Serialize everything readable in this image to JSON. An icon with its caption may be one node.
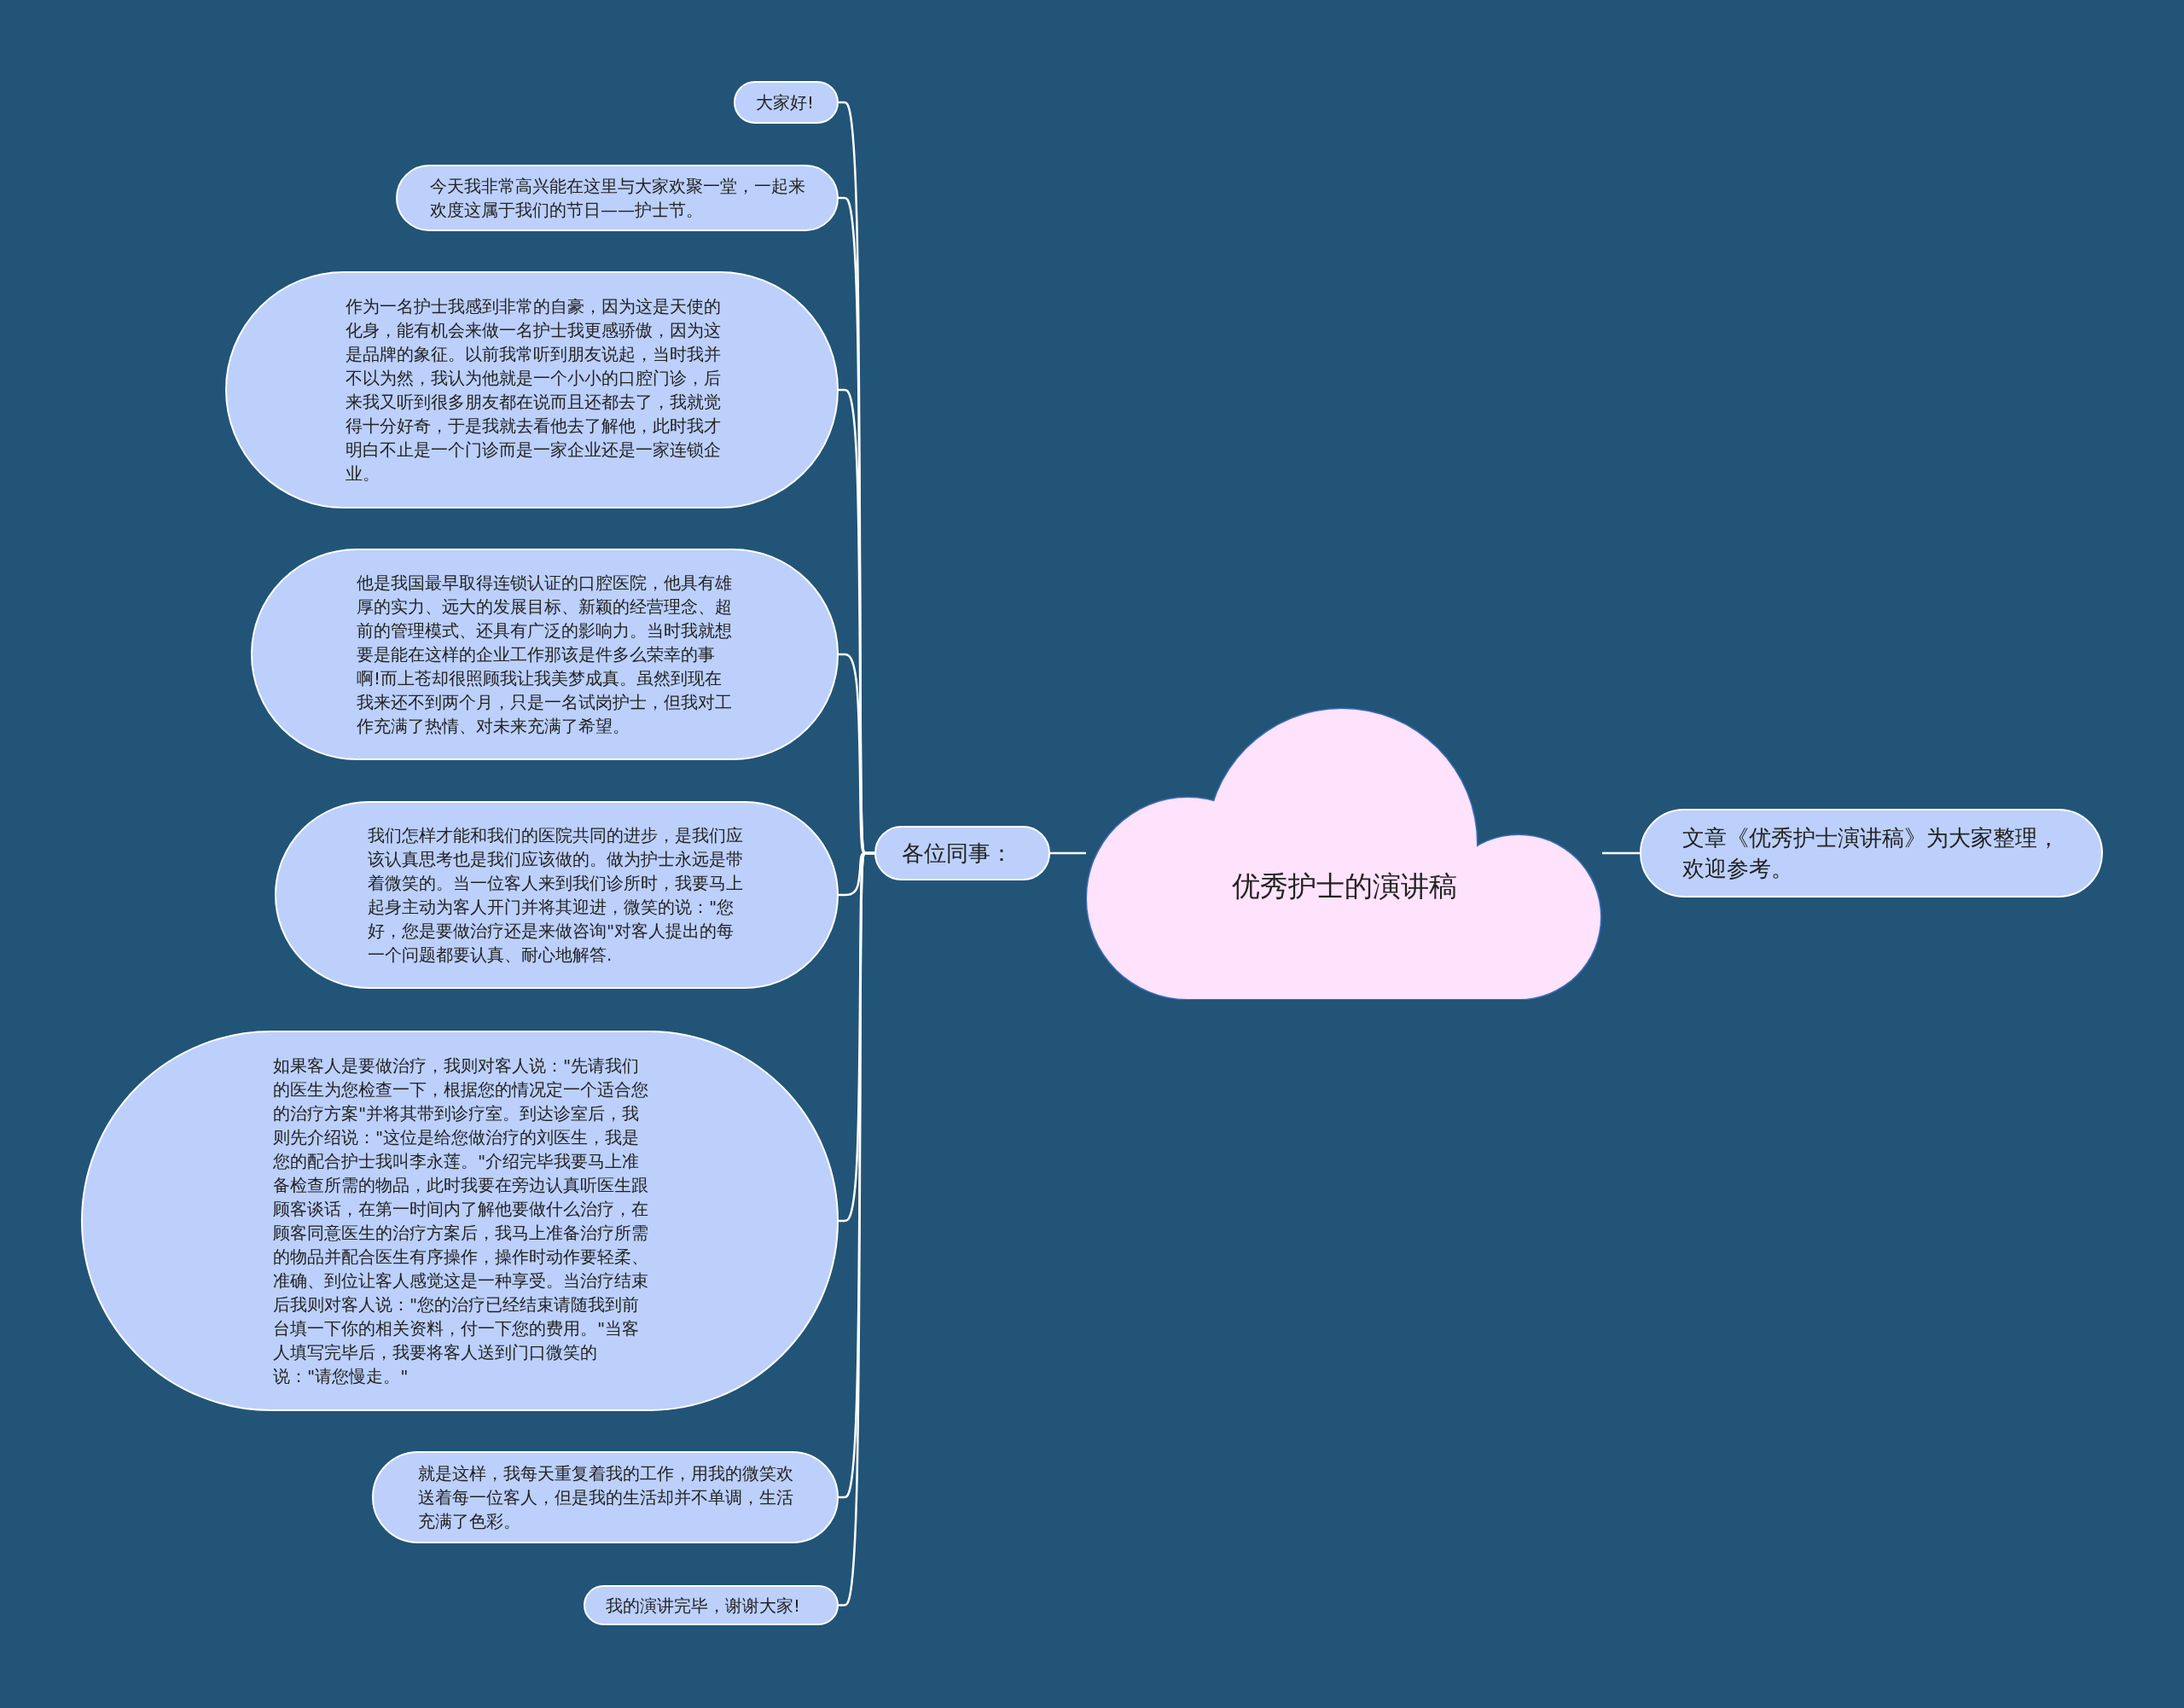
{
  "diagram": {
    "nodes": [
      {
        "text": [
          "优秀护士的演讲稿"
        ]
      },
      {
        "text": [
          "各位同事："
        ]
      },
      {
        "text": [
          "大家好!"
        ]
      },
      {
        "text": [
          "今天我非常高兴能在这里与大家欢聚一堂，一起来欢度这属于我们的节日——护士节。"
        ]
      },
      {
        "text": [
          "作为一名护士我感到非常的自豪，因为这是天使的化身，能有机会来做一名护士我更感骄傲，因为这是品牌的象征。以前我常听到朋友说起，当时我并不以为然，我认为他就是一个小小的口腔门诊，后来我又听到很多朋友都在说而且还都去了，我就觉得十分好奇，于是我就去看他去了解他，此时我才明白不止是一个门诊而是一家企业还是一家连锁企业。"
        ]
      },
      {
        "text": [
          "他是我国最早取得连锁认证的口腔医院，他具有雄厚的实力、远大的发展目标、新颖的经营理念、超前的管理模式、还具有广泛的影响力。当时我就想要是能在这样的企业工作那该是件多么荣幸的事啊!而上苍却很照顾我让我美梦成真。虽然到现在我来还不到两个月，只是一名试岗护士，但我对工作充满了热情、对未来充满了希望。"
        ]
      },
      {
        "text": [
          "我们怎样才能和我们的医院共同的进步，是我们应该认真思考也是我们应该做的。做为护士永远是带着微笑的。当一位客人来到我们诊所时，我要马上起身主动为客人开门并将其迎进，微笑的说：\"您好，您是要做治疗还是来做咨询\"对客人提出的每一个问题都要认真、耐心地解答."
        ]
      },
      {
        "text": [
          "如果客人是要做治疗，我则对客人说：\"先请我们的医生为您检查一下，根据您的情况定一个适合您的治疗方案\"并将其带到诊疗室。到达诊室后，我则先介绍说：\"这位是给您做治疗的刘医生，我是您的配合护士我叫李永莲。\"介绍完毕我要马上准备检查所需的物品，此时我要在旁边认真听医生跟顾客谈话，在第一时间内了解他要做什么治疗，在顾客同意医生的治疗方案后，我马上准备治疗所需的物品并配合医生有序操作，操作时动作要轻柔、准确、到位让客人感觉这是一种享受。当治疗结束后我则对客人说：\"您的治疗已经结束请随我到前台填一下你的相关资料，付一下您的费用。\"当客人填写完毕后，我要将客人送到门口微笑的说：\"请您慢走。\""
        ]
      },
      {
        "text": [
          "就是这样，我每天重复着我的工作，用我的微笑欢送着每一位客人，但是我的生活却并不单调，生活充满了色彩。"
        ]
      },
      {
        "text": [
          "我的演讲完毕，谢谢大家!"
        ]
      },
      {
        "text": [
          "文章《优秀护士演讲稿》为大家整理，欢迎参考。"
        ]
      }
    ],
    "edges": [
      {
        "from": 0,
        "to": 1,
        "arrow": "none"
      },
      {
        "from": 0,
        "to": 10,
        "arrow": "none"
      },
      {
        "from": 1,
        "to": 2,
        "arrow": "none"
      },
      {
        "from": 1,
        "to": 3,
        "arrow": "none"
      },
      {
        "from": 1,
        "to": 4,
        "arrow": "none"
      },
      {
        "from": 1,
        "to": 5,
        "arrow": "none"
      },
      {
        "from": 1,
        "to": 6,
        "arrow": "none"
      },
      {
        "from": 1,
        "to": 7,
        "arrow": "none"
      },
      {
        "from": 1,
        "to": 8,
        "arrow": "none"
      },
      {
        "from": 1,
        "to": 9,
        "arrow": "none"
      }
    ]
  }
}
